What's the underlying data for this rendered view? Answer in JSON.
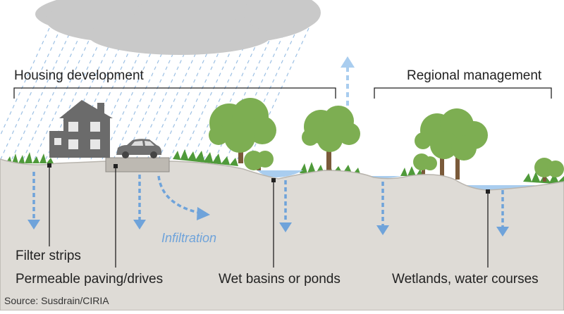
{
  "groups": {
    "housing": "Housing development",
    "regional": "Regional management"
  },
  "labels": {
    "filter_strips": "Filter strips",
    "permeable_paving": "Permeable paving/drives",
    "wet_basins": "Wet basins or ponds",
    "wetlands": "Wetlands, water courses",
    "infiltration": "Infiltration"
  },
  "source": "Source: Susdrain/CIRIA",
  "colors": {
    "sky_cloud": "#c9c9c9",
    "ground": "#dedbd6",
    "ground_edge": "#b9b5ae",
    "rain": "#9cc0e4",
    "arrow": "#6fa3da",
    "water": "#a9cdef",
    "tree": "#7dae52",
    "trunk": "#7a5a3a",
    "house": "#6b6b6b",
    "grass": "#4f9a3a",
    "leader": "#222222"
  }
}
